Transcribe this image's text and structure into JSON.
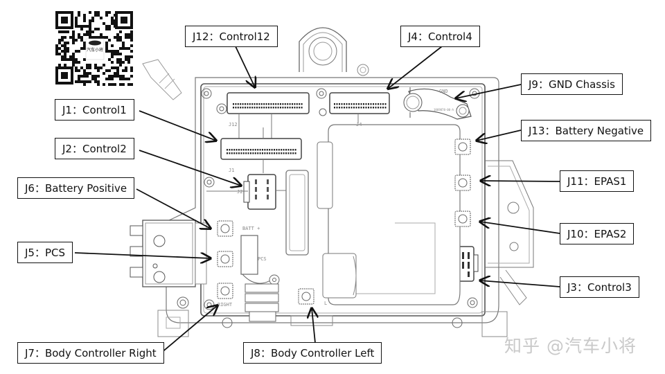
{
  "diagram": {
    "title": "Body controller connector layout",
    "labels": [
      {
        "id": "J12",
        "text": "J12：Control12"
      },
      {
        "id": "J4",
        "text": "J4：Control4"
      },
      {
        "id": "J9",
        "text": "J9：GND Chassis"
      },
      {
        "id": "J1",
        "text": "J1：Control1"
      },
      {
        "id": "J13",
        "text": "J13：Battery Negative"
      },
      {
        "id": "J2",
        "text": "J2：Control2"
      },
      {
        "id": "J6",
        "text": "J6：Battery Positive"
      },
      {
        "id": "J11",
        "text": "J11：EPAS1"
      },
      {
        "id": "J10",
        "text": "J10：EPAS2"
      },
      {
        "id": "J5",
        "text": "J5：PCS"
      },
      {
        "id": "J3",
        "text": "J3：Control3"
      },
      {
        "id": "J7",
        "text": "J7：Body Controller Right"
      },
      {
        "id": "J8",
        "text": "J8：Body Controller Left"
      }
    ],
    "board_marks": {
      "j12": "J12",
      "j4": "J4",
      "j1": "J1",
      "j2": "J2",
      "gnd": "GND",
      "gnd_part": "1069878-00-A",
      "batt": "BATT +",
      "pcs": "PCS",
      "right": "RIGHT",
      "left": "L"
    }
  },
  "qr_code": {
    "center_text": "汽车小将"
  },
  "watermark": {
    "text": "知乎 @汽车小将"
  }
}
